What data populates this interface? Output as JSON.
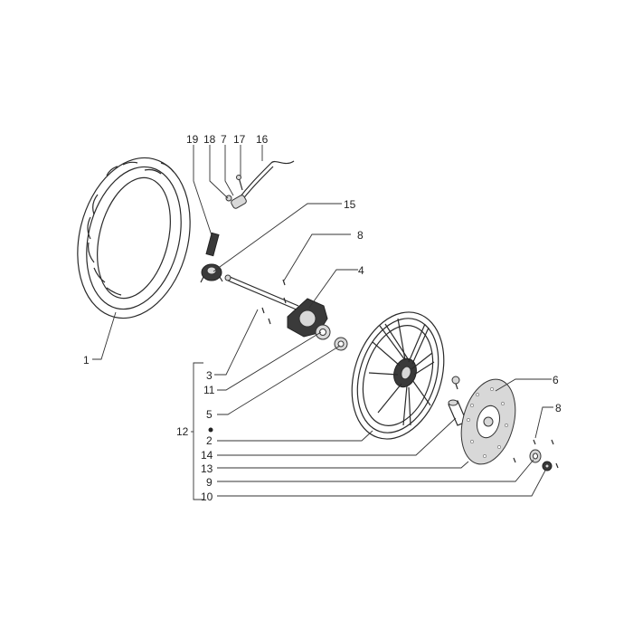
{
  "diagram": {
    "callouts": [
      {
        "id": "c1",
        "text": "1"
      },
      {
        "id": "c2",
        "text": "2"
      },
      {
        "id": "c3",
        "text": "3"
      },
      {
        "id": "c4",
        "text": "4"
      },
      {
        "id": "c5",
        "text": "5"
      },
      {
        "id": "c6",
        "text": "6"
      },
      {
        "id": "c7",
        "text": "7"
      },
      {
        "id": "c8a",
        "text": "8"
      },
      {
        "id": "c8b",
        "text": "8"
      },
      {
        "id": "c9",
        "text": "9"
      },
      {
        "id": "c10",
        "text": "10"
      },
      {
        "id": "c11",
        "text": "11"
      },
      {
        "id": "c12",
        "text": "12"
      },
      {
        "id": "c13",
        "text": "13"
      },
      {
        "id": "c14",
        "text": "14"
      },
      {
        "id": "c15",
        "text": "15"
      },
      {
        "id": "c16",
        "text": "16"
      },
      {
        "id": "c17",
        "text": "17"
      },
      {
        "id": "c18",
        "text": "18"
      },
      {
        "id": "c19",
        "text": "19"
      }
    ]
  }
}
